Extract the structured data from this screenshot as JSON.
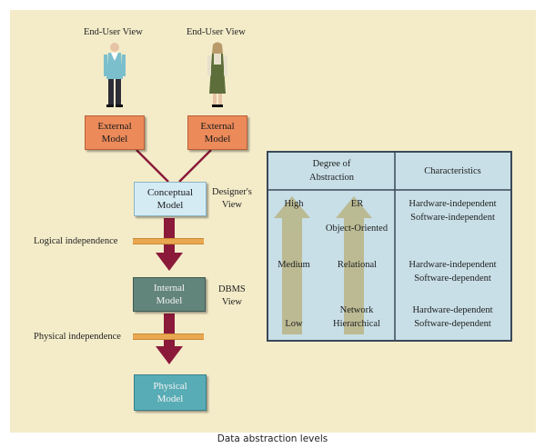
{
  "diagram": {
    "end_user_views": [
      "End-User View",
      "End-User View"
    ],
    "external_models": [
      "External\nModel",
      "External\nModel"
    ],
    "conceptual_model": "Conceptual\nModel",
    "designers_view": "Designer's\nView",
    "logical_independence": "Logical independence",
    "internal_model": "Internal\nModel",
    "dbms_view": "DBMS\nView",
    "physical_independence": "Physical independence",
    "physical_model": "Physical\nModel"
  },
  "table": {
    "headers": [
      "Degree of\nAbstraction",
      "Characteristics"
    ],
    "levels": [
      "High",
      "Medium",
      "Low"
    ],
    "models": [
      "ER",
      "Object-Oriented",
      "Relational",
      "Network\nHierarchical"
    ],
    "characteristics": [
      "Hardware-independent\nSoftware-independent",
      "Hardware-independent\nSoftware-dependent",
      "Hardware-dependent\nSoftware-dependent"
    ]
  },
  "caption": "Data abstraction levels",
  "colors": {
    "panel": "#f4ecc9",
    "external_model": "#ec8a5a",
    "conceptual_model": "#d4ebf4",
    "internal_model": "#62857b",
    "physical_model": "#58acb5",
    "arrow": "#8b1a3a",
    "independence_bar": "#e9a850",
    "table_bg": "#c8dfe7",
    "abstraction_arrow": "#b9b68a"
  }
}
